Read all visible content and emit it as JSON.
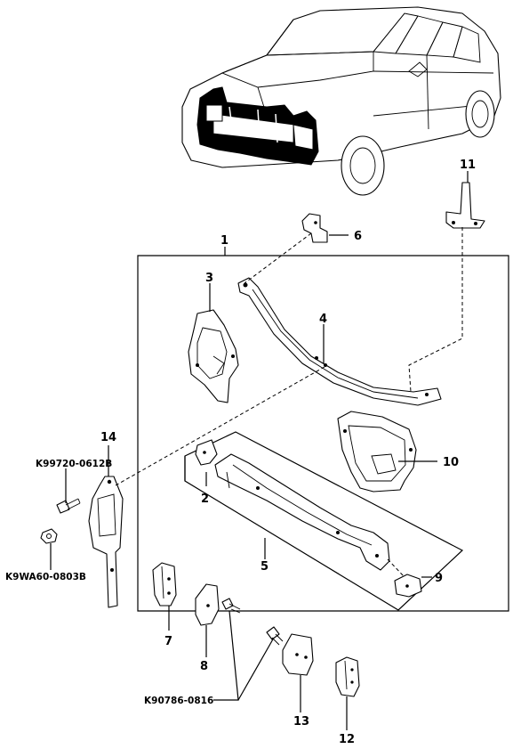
{
  "diagram": {
    "callouts": {
      "c1": "1",
      "c2": "2",
      "c3": "3",
      "c4": "4",
      "c5": "5",
      "c6": "6",
      "c7": "7",
      "c8": "8",
      "c9": "9",
      "c10": "10",
      "c11": "11",
      "c12": "12",
      "c13": "13",
      "c14": "14"
    },
    "part_codes": {
      "bolt_upper": "K99720-0612B",
      "nut_lower": "K9WA60-0803B",
      "bolt_bottom": "K90786-0816"
    }
  }
}
